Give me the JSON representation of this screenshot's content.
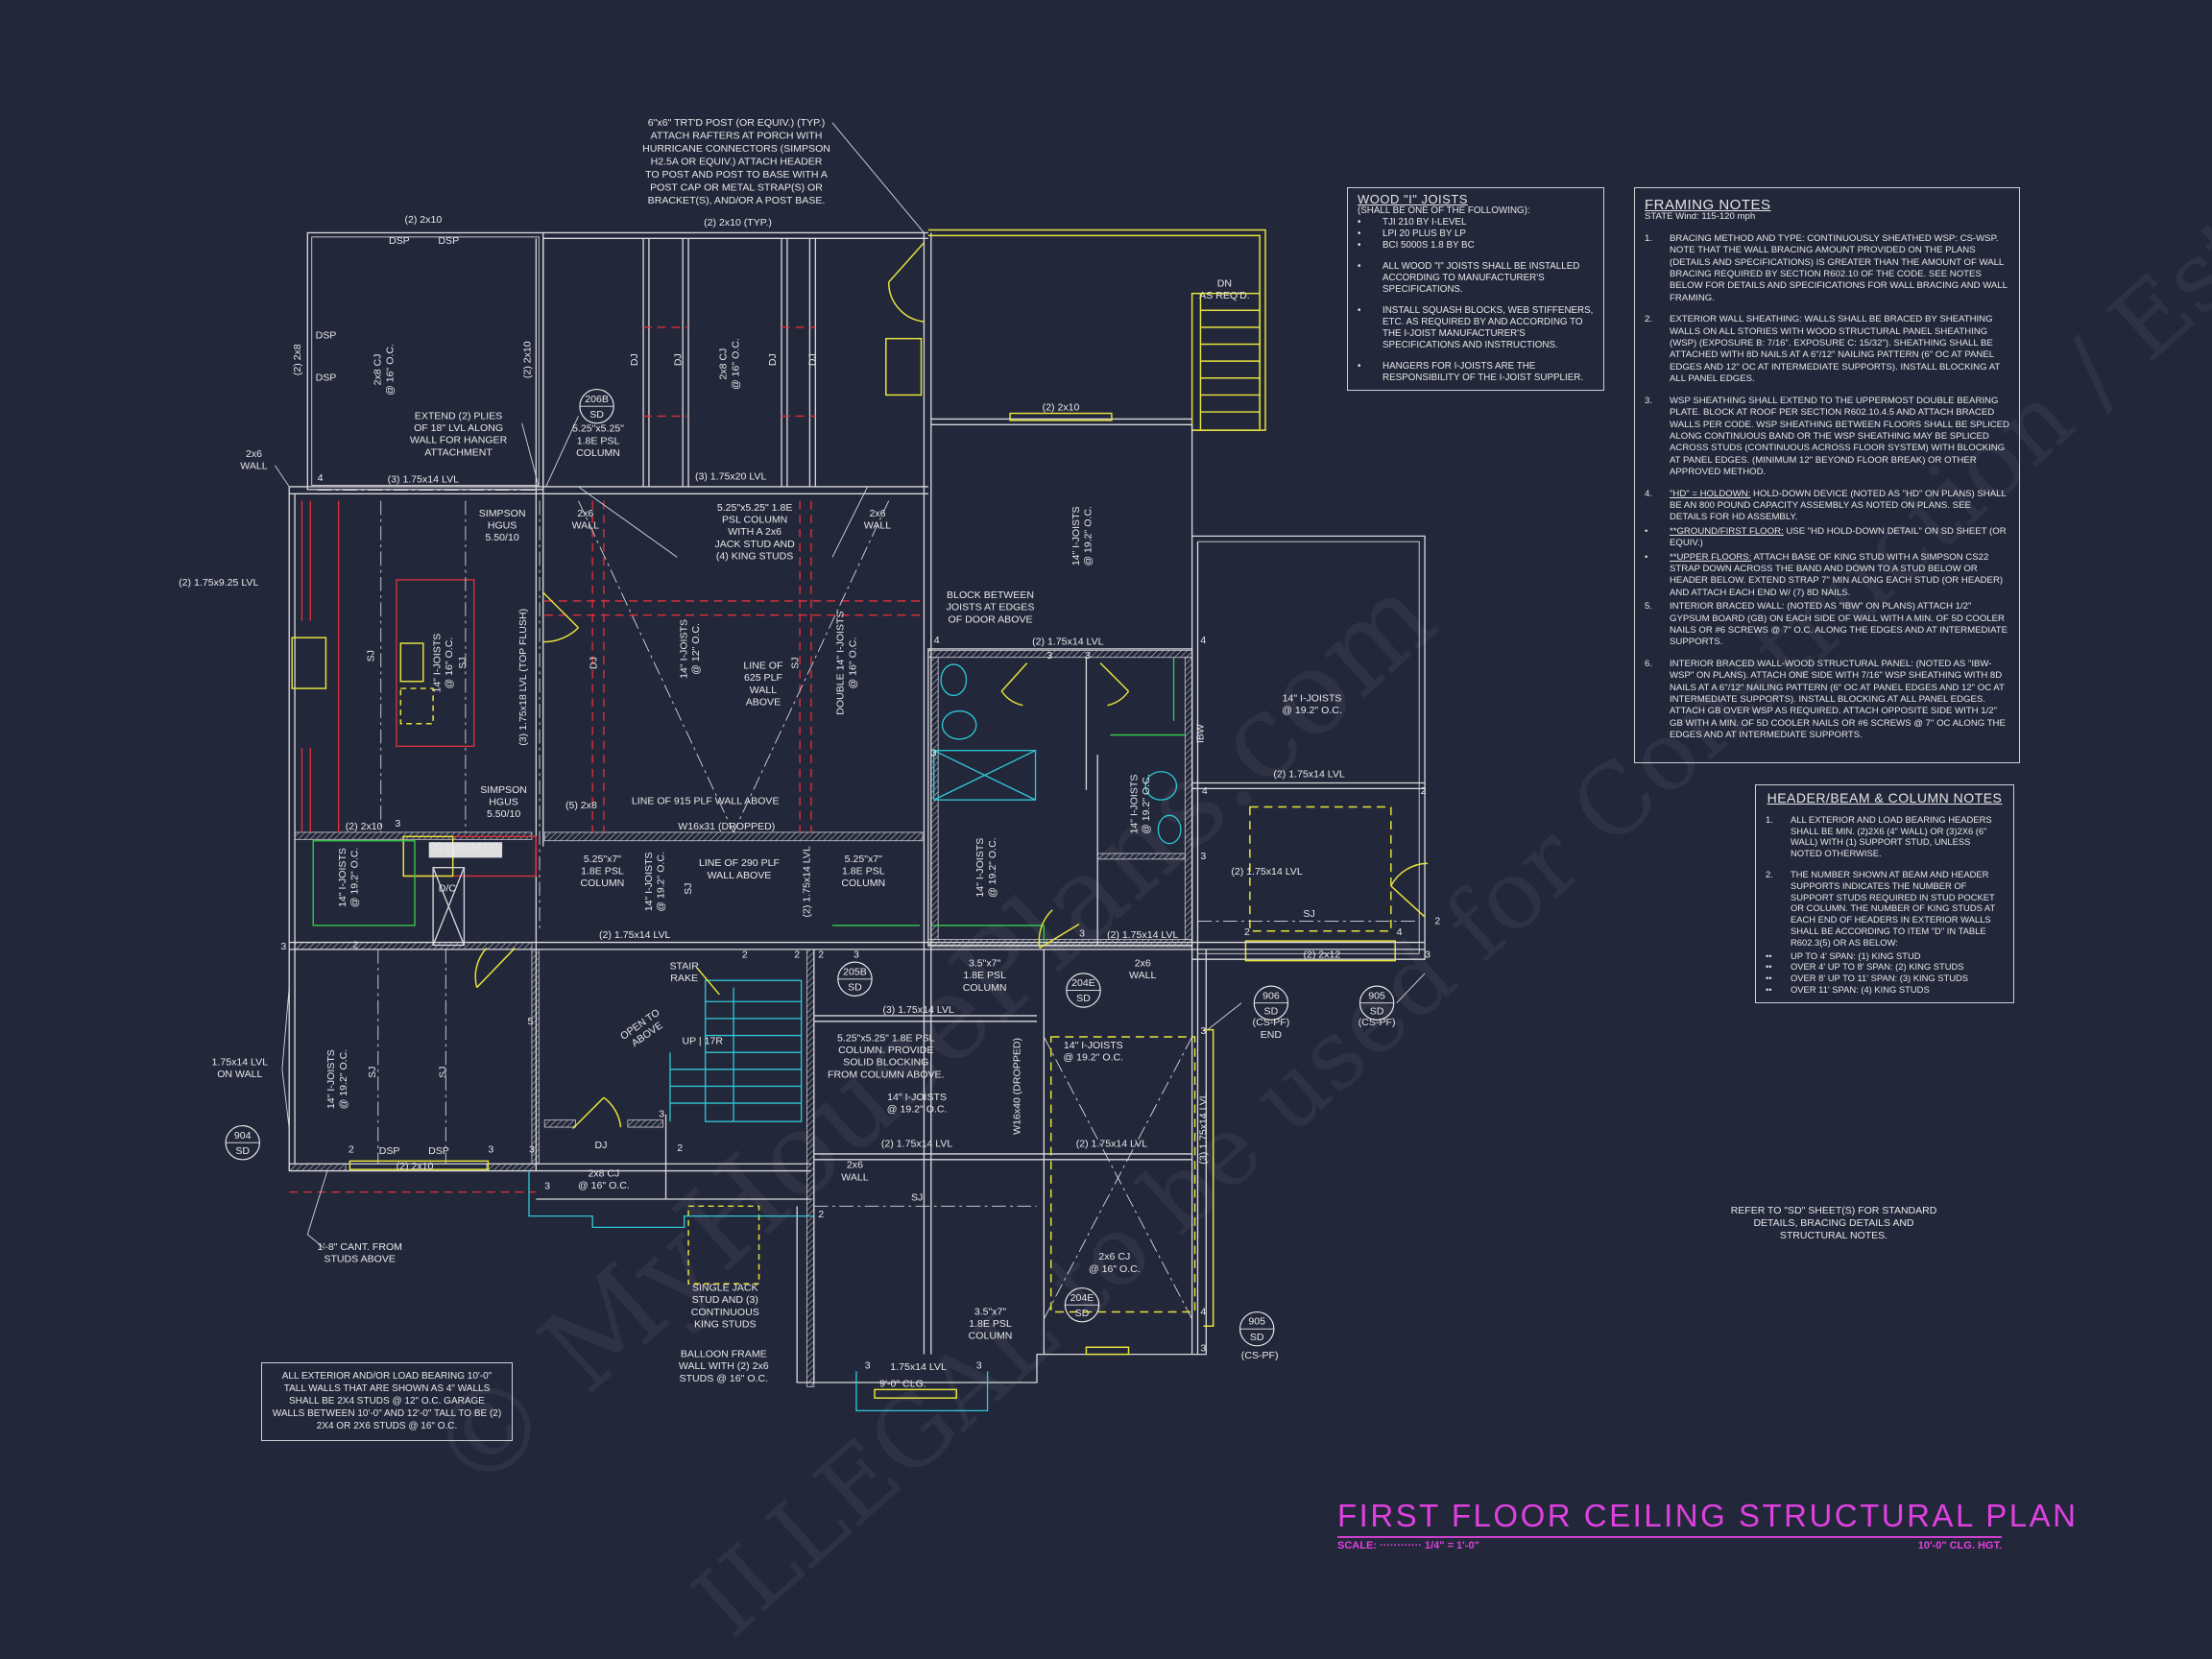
{
  "watermark": [
    "© MyHousePlans.com",
    "ILLEGAL to be used for Construction / Estimate"
  ],
  "callout_top": [
    "6\"x6\" TRT'D POST (OR EQUIV.) (TYP.)",
    "ATTACH RAFTERS AT PORCH WITH",
    "HURRICANE CONNECTORS (SIMPSON",
    "H2.5A OR EQUIV.) ATTACH HEADER",
    "TO POST AND POST TO BASE WITH A",
    "POST CAP OR METAL STRAP(S) OR",
    "BRACKET(S), AND/OR A POST BASE."
  ],
  "wood_joists": {
    "title": "WOOD \"I\" JOISTS",
    "subtitle": "(SHALL BE ONE OF THE FOLLOWING):",
    "products": [
      "TJI 210 BY I-LEVEL",
      "LPI 20 PLUS BY LP",
      "BCI 5000s 1.8 BY BC"
    ],
    "notes": [
      "ALL WOOD \"I\" JOISTS SHALL BE INSTALLED ACCORDING TO MANUFACTURER'S SPECIFICATIONS.",
      "INSTALL SQUASH BLOCKS, WEB STIFFENERS, ETC. AS REQUIRED BY AND ACCORDING TO THE I-JOIST MANUFACTURER'S SPECIFICATIONS AND INSTRUCTIONS.",
      "HANGERS FOR I-JOISTS ARE THE RESPONSIBILITY OF THE I-JOIST SUPPLIER."
    ]
  },
  "framing_notes": {
    "title": "FRAMING NOTES",
    "subtitle": "STATE Wind: 115-120 mph",
    "items": [
      {
        "n": "1.",
        "text": "BRACING METHOD AND TYPE: CONTINUOUSLY SHEATHED WSP: CS-WSP. NOTE THAT THE WALL BRACING AMOUNT PROVIDED ON THE PLANS (DETAILS AND SPECIFICATIONS) IS GREATER THAN THE AMOUNT OF WALL BRACING REQUIRED BY SECTION R602.10 OF THE CODE. SEE NOTES BELOW FOR DETAILS AND SPECIFICATIONS FOR WALL BRACING AND WALL FRAMING."
      },
      {
        "n": "2.",
        "text": "EXTERIOR WALL SHEATHING: WALLS SHALL BE BRACED BY SHEATHING WALLS ON ALL STORIES WITH WOOD STRUCTURAL PANEL SHEATHING (WSP) (EXPOSURE B: 7/16\". EXPOSURE C: 15/32\"). SHEATHING SHALL BE ATTACHED WITH 8d NAILS AT A 6\"/12\" NAILING PATTERN (6\" OC AT PANEL EDGES AND 12\" OC AT INTERMEDIATE SUPPORTS). INSTALL BLOCKING AT ALL PANEL EDGES."
      },
      {
        "n": "3.",
        "text": "WSP SHEATHING SHALL EXTEND TO THE UPPERMOST DOUBLE BEARING PLATE. BLOCK AT ROOF PER SECTION R602.10.4.5 AND ATTACH BRACED WALLS PER CODE. WSP SHEATHING BETWEEN FLOORS SHALL BE SPLICED ALONG CONTINUOUS BAND OR THE WSP SHEATHING MAY BE SPLICED ACROSS STUDS (CONTINUOUS ACROSS FLOOR SYSTEM) WITH BLOCKING AT PANEL EDGES. (MINIMUM 12\" BEYOND FLOOR BREAK) OR OTHER APPROVED METHOD."
      },
      {
        "n": "4.",
        "lead": "\"HD\" = HOLDOWN:",
        "text": " HOLD-DOWN DEVICE (NOTED AS \"HD\" ON PLANS) SHALL BE AN 800 POUND CAPACITY ASSEMBLY AS NOTED ON PLANS. SEE DETAILS FOR HD ASSEMBLY."
      },
      {
        "n": "•",
        "lead": "**GROUND/FIRST FLOOR:",
        "text": "  USE \"HD HOLD-DOWN DETAIL\" ON SD SHEET (OR EQUIV.)"
      },
      {
        "n": "•",
        "lead": "**UPPER FLOORS:",
        "text": " ATTACH BASE OF KING STUD WITH A SIMPSON CS22 STRAP DOWN ACROSS THE BAND AND DOWN TO A STUD BELOW OR HEADER BELOW. EXTEND STRAP 7\" MIN ALONG EACH STUD (OR HEADER) AND ATTACH EACH END W/ (7) 8d NAILS."
      },
      {
        "n": "5.",
        "text": "INTERIOR BRACED WALL: (NOTED AS \"IBW\" ON PLANS) ATTACH 1/2\" GYPSUM BOARD (GB) ON EACH SIDE OF WALL WITH A MIN. OF 5d COOLER NAILS OR #6 SCREWS @ 7\" O.C. ALONG THE EDGES AND AT INTERMEDIATE SUPPORTS."
      },
      {
        "n": "6.",
        "text": "INTERIOR BRACED WALL-WOOD STRUCTURAL PANEL: (NOTED AS \"IBW-WSP\" ON PLANS). ATTACH ONE SIDE WITH 7/16\" WSP SHEATHING WITH 8d NAILS AT A 6\"/12\" NAILING PATTERN (6\" OC AT PANEL EDGES AND 12\" OC AT INTERMEDIATE SUPPORTS). INSTALL BLOCKING AT ALL PANEL EDGES. ATTACH GB OVER WSP AS REQUIRED. ATTACH OPPOSITE SIDE WITH 1/2\" GB WITH A MIN. OF 5d COOLER NAILS OR #6 SCREWS @ 7\" OC ALONG THE EDGES AND AT INTERMEDIATE SUPPORTS."
      }
    ]
  },
  "header_notes": {
    "title": "HEADER/BEAM & COLUMN NOTES",
    "items": [
      {
        "n": "1.",
        "text": "ALL EXTERIOR AND LOAD BEARING HEADERS SHALL BE MIN. (2)2x6 (4\" WALL) OR (3)2x6 (6\" WALL) WITH (1) SUPPORT STUD, UNLESS NOTED OTHERWISE."
      },
      {
        "n": "2.",
        "text": "THE NUMBER SHOWN AT BEAM AND HEADER SUPPORTS INDICATES THE NUMBER OF SUPPORT STUDS REQUIRED IN STUD POCKET OR COLUMN. THE NUMBER OF KING STUDS AT EACH END OF HEADERS IN EXTERIOR WALLS SHALL BE ACCORDING TO ITEM \"d\" IN TABLE R602.3(5) OR AS BELOW:"
      }
    ],
    "spans": [
      "UP TO 4' SPAN: (1) KING STUD",
      "OVER 4' UP TO 8' SPAN: (2) KING STUDS",
      "OVER 8' UP TO 11' SPAN: (3) KING STUDS",
      "OVER 11' SPAN: (4) KING STUDS"
    ]
  },
  "wall_note": "ALL EXTERIOR AND/OR LOAD BEARING 10'-0\" TALL WALLS THAT ARE SHOWN AS 4\" WALLS SHALL BE 2x4 STUDS @ 12\" O.C. GARAGE WALLS BETWEEN 10'-0\" AND 12'-0\" TALL TO BE (2) 2x4 OR 2x6 STUDS @ 16\" O.C.",
  "refer_note": "REFER TO \"SD\" SHEET(S) FOR STANDARD DETAILS, BRACING DETAILS AND STRUCTURAL NOTES.",
  "title_block": {
    "title": "FIRST FLOOR CEILING STRUCTURAL PLAN",
    "scale": "SCALE: ············ 1/4\" = 1'-0\"",
    "ceiling_height": "10'-0\" CLG. HGT."
  },
  "colors": {
    "background": "#23273a",
    "title": "#e040e0",
    "header": "#e6e43c",
    "beam": "#e0303a",
    "plumbing": "#2ec8d6",
    "note_green": "#35d04a"
  },
  "plan": {
    "labels": [
      [
        "(2) 2x10"
      ],
      [
        "DSP"
      ],
      [
        "DSP"
      ],
      [
        "(2) 2x10 (TYP.)"
      ],
      [
        "(2) 2x8"
      ],
      [
        "DSP"
      ],
      [
        "DSP"
      ],
      [
        "2x8 CJ",
        "@ 16\" O.C."
      ],
      [
        "(2) 2x10"
      ],
      [
        "DJ"
      ],
      [
        "DJ"
      ],
      [
        "DJ"
      ],
      [
        "DJ"
      ],
      [
        "2x8 CJ",
        "@ 16\" O.C."
      ],
      [
        "EXTEND (2) PLIES",
        "OF 18\" LVL ALONG",
        "WALL FOR HANGER",
        "ATTACHMENT"
      ],
      [
        "5.25\"x5.25\"",
        "1.8E PSL",
        "COLUMN"
      ],
      [
        "(3) 1.75x14 LVL"
      ],
      [
        "(3) 1.75x20 LVL"
      ],
      [
        "2x6",
        "WALL"
      ],
      [
        "SIMPSON",
        "HGUS",
        "5.50/10"
      ],
      [
        "2x6",
        "WALL"
      ],
      [
        "5.25\"x5.25\" 1.8E",
        "PSL COLUMN",
        "WITH A 2x6",
        "JACK STUD AND",
        "(4) KING STUDS"
      ],
      [
        "2x6",
        "WALL"
      ],
      [
        "DN",
        "AS REQ'D."
      ],
      [
        "(2) 2x10"
      ],
      [
        "14\" I-JOISTS",
        "@ 19.2\" O.C."
      ],
      [
        "BLOCK BETWEEN",
        "JOISTS AT EDGES",
        "OF DOOR ABOVE"
      ],
      [
        "(2) 1.75x9.25 LVL"
      ],
      [
        "SJ"
      ],
      [
        "14\" I-JOISTS",
        "@ 16\" O.C."
      ],
      [
        "SJ"
      ],
      [
        "(3) 1.75x18 LVL (TOP FLUSH)"
      ],
      [
        "DJ"
      ],
      [
        "14\" I-JOISTS",
        "@ 12\" O.C."
      ],
      [
        "LINE OF",
        "625 PLF",
        "WALL",
        "ABOVE"
      ],
      [
        "SJ"
      ],
      [
        "DOUBLE 14\" I-JOISTS",
        "@ 16\" O.C."
      ],
      [
        "(2) 1.75x14 LVL"
      ],
      [
        "14\" I-JOISTS",
        "@ 19.2\" O.C."
      ],
      [
        "IBW"
      ],
      [
        "(2) 1.75x14 LVL"
      ],
      [
        "SIMPSON",
        "HGUS",
        "5.50/10"
      ],
      [
        "(5) 2x8"
      ],
      [
        "LINE OF 915 PLF WALL ABOVE"
      ],
      [
        "W16x31 (DROPPED)"
      ],
      [
        "(2) 2x10"
      ],
      [
        "(2) 1.75x14 LVL"
      ],
      [
        "5.25\"x7\"",
        "1.8E PSL",
        "COLUMN"
      ],
      [
        "14\" I-JOISTS",
        "@ 19.2\" O.C."
      ],
      [
        "LINE OF 290 PLF",
        "WALL ABOVE"
      ],
      [
        "SJ"
      ],
      [
        "(2) 1.75x14 LVL"
      ],
      [
        "5.25\"x7\"",
        "1.8E PSL",
        "COLUMN"
      ],
      [
        "14\" I-JOISTS",
        "@ 19.2\" O.C."
      ],
      [
        "D/C"
      ],
      [
        "14\" I-JOISTS",
        "@ 19.2\" O.C."
      ],
      [
        "14\" I-JOISTS",
        "@ 19.2\" O.C."
      ],
      [
        "(2) 1.75x14 LVL"
      ],
      [
        "(2) 1.75x14 LVL"
      ],
      [
        "(2) 1.75x14 LVL"
      ],
      [
        "SJ"
      ],
      [
        "(2) 2x12"
      ],
      [
        "STAIR",
        "RAKE"
      ],
      [
        "3.5\"x7\"",
        "1.8E PSL",
        "COLUMN"
      ],
      [
        "2x6",
        "WALL"
      ],
      [
        "(CS-PF)",
        "END"
      ],
      [
        "(CS-PF)"
      ],
      [
        "OPEN TO",
        "ABOVE"
      ],
      [
        "(3) 1.75x14 LVL"
      ],
      [
        "UP | 17R"
      ],
      [
        "5.25\"x5.25\" 1.8E PSL",
        "COLUMN. PROVIDE",
        "SOLID BLOCKING",
        "FROM COLUMN ABOVE."
      ],
      [
        "14\" I-JOISTS",
        "@ 19.2\" O.C."
      ],
      [
        "W16x40 (DROPPED)"
      ],
      [
        "14\" I-JOISTS",
        "@ 19.2\" O.C."
      ],
      [
        "1.75x14 LVL",
        "ON WALL"
      ],
      [
        "14\" I-JOISTS",
        "@ 19.2\" O.C."
      ],
      [
        "SJ"
      ],
      [
        "SJ"
      ],
      [
        "(3) 1.75x14 LVL"
      ],
      [
        "(2) 1.75x14 LVL"
      ],
      [
        "(2) 1.75x14 LVL"
      ],
      [
        "(2) 2x10"
      ],
      [
        "DSP"
      ],
      [
        "DSP"
      ],
      [
        "DJ"
      ],
      [
        "2x8 CJ",
        "@ 16\" O.C."
      ],
      [
        "2x6",
        "WALL"
      ],
      [
        "SJ"
      ],
      [
        "1'-8\" CANT. FROM",
        "STUDS ABOVE"
      ],
      [
        "SINGLE JACK",
        "STUD AND (3)",
        "CONTINUOUS",
        "KING STUDS"
      ],
      [
        "2x6 CJ",
        "@ 16\" O.C."
      ],
      [
        "3.5\"x7\"",
        "1.8E PSL",
        "COLUMN"
      ],
      [
        "(CS-PF)"
      ],
      [
        "BALLOON FRAME",
        "WALL WITH (2) 2x6",
        "STUDS @ 16\" O.C."
      ],
      [
        "1.75x14 LVL"
      ],
      [
        "9'-0\" CLG."
      ]
    ],
    "bubbles": [
      {
        "top": "206B",
        "bottom": "SD"
      },
      {
        "top": "205B",
        "bottom": "SD"
      },
      {
        "top": "204E",
        "bottom": "SD"
      },
      {
        "top": "906",
        "bottom": "SD"
      },
      {
        "top": "905",
        "bottom": "SD"
      },
      {
        "top": "904",
        "bottom": "SD"
      },
      {
        "top": "204E",
        "bottom": "SD"
      },
      {
        "top": "905",
        "bottom": "SD"
      }
    ],
    "stud_counts": [
      "4",
      "3",
      "3",
      "4",
      "4",
      "3",
      "3",
      "4",
      "3",
      "3",
      "2",
      "3",
      "2",
      "3",
      "2",
      "3",
      "3",
      "5",
      "3",
      "2",
      "2",
      "2",
      "2",
      "2",
      "3",
      "3",
      "2",
      "4",
      "2",
      "3",
      "4",
      "3",
      "3",
      "3"
    ]
  }
}
